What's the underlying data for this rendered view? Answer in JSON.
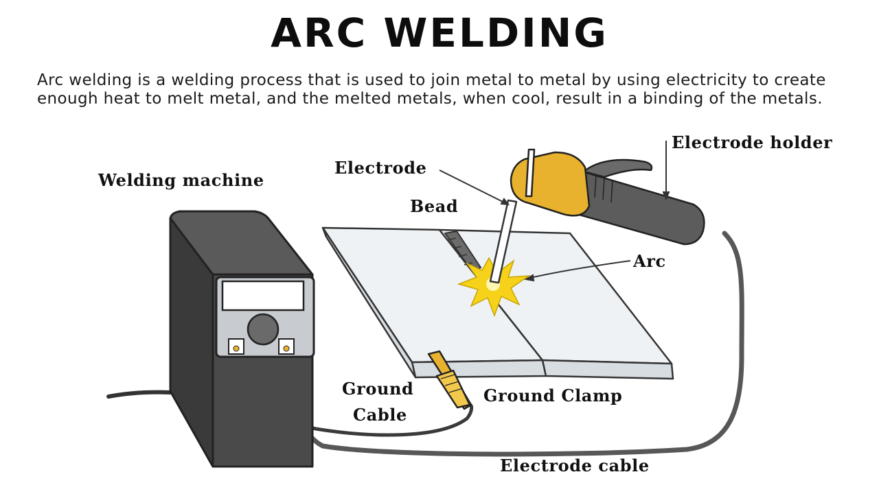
{
  "title": "ARC WELDING",
  "description": "Arc welding is a welding process that is used to join metal to metal by using electricity to create enough heat to melt metal, and the melted metals, when cool, result in a binding of the metals.",
  "labels": {
    "welding_machine": "Welding machine",
    "electrode": "Electrode",
    "bead": "Bead",
    "electrode_holder": "Electrode holder",
    "arc": "Arc",
    "ground_cable_line1": "Ground",
    "ground_cable_line2": "Cable",
    "ground_clamp": "Ground Clamp",
    "electrode_cable": "Electrode cable"
  },
  "colors": {
    "machine_body": "#4a4a4a",
    "machine_dark": "#2e2e2e",
    "metal_plate": "#eef2f5",
    "holder_yellow": "#e9b22e",
    "arc_yellow": "#f6d21a",
    "cable": "#555555"
  },
  "icons": [
    "welding-machine-icon",
    "metal-plates-icon",
    "electrode-holder-icon",
    "arc-spark-icon",
    "ground-clamp-icon"
  ]
}
